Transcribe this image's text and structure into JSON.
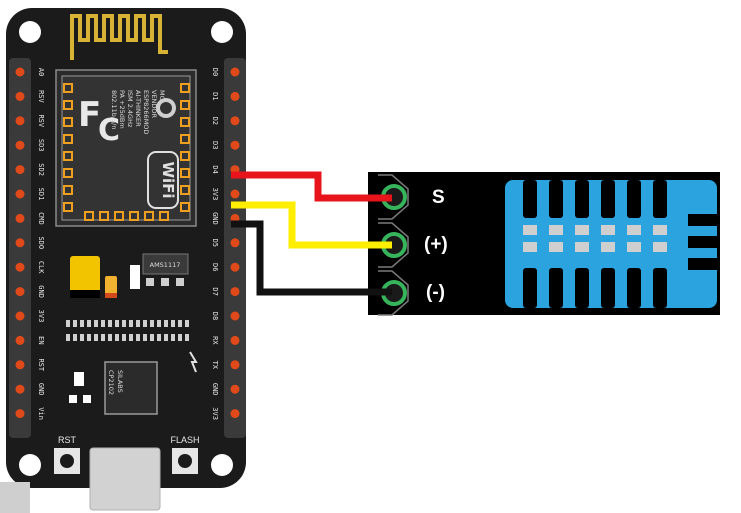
{
  "board": {
    "left_pins": [
      "A0",
      "RSV",
      "RSV",
      "SD3",
      "SD2",
      "SD1",
      "CMD",
      "SDO",
      "CLK",
      "GND",
      "3V3",
      "EN",
      "RST",
      "GND",
      "Vin"
    ],
    "right_pins": [
      "D0",
      "D1",
      "D2",
      "D3",
      "D4",
      "3V3",
      "GND",
      "D5",
      "D6",
      "D7",
      "D8",
      "RX",
      "TX",
      "GND",
      "3V3"
    ],
    "module_lines": [
      "MODEL",
      "VENDOR",
      "ESP8266MOD",
      "AI-THINKER",
      "ISM 2.4GHz",
      "PA +25dBm",
      "802.11b/g/n"
    ],
    "wifi_text": "WiFi",
    "usb_chip_lines": [
      "SILABS",
      "CP2102"
    ],
    "regulator_text": "AMS1117",
    "rst_label": "RST",
    "flash_label": "FLASH"
  },
  "sensor": {
    "labels": [
      "S",
      "(+)",
      "(-)"
    ]
  },
  "wires": [
    {
      "name": "signal",
      "color": "#e8141b"
    },
    {
      "name": "power",
      "color": "#ffee00"
    },
    {
      "name": "ground",
      "color": "#111111"
    }
  ],
  "colors": {
    "board": "#1b1b1b",
    "sensor_body": "#2aa3de",
    "pin_header": "#3a3a3a",
    "pin_dot": "#e04a1a"
  }
}
